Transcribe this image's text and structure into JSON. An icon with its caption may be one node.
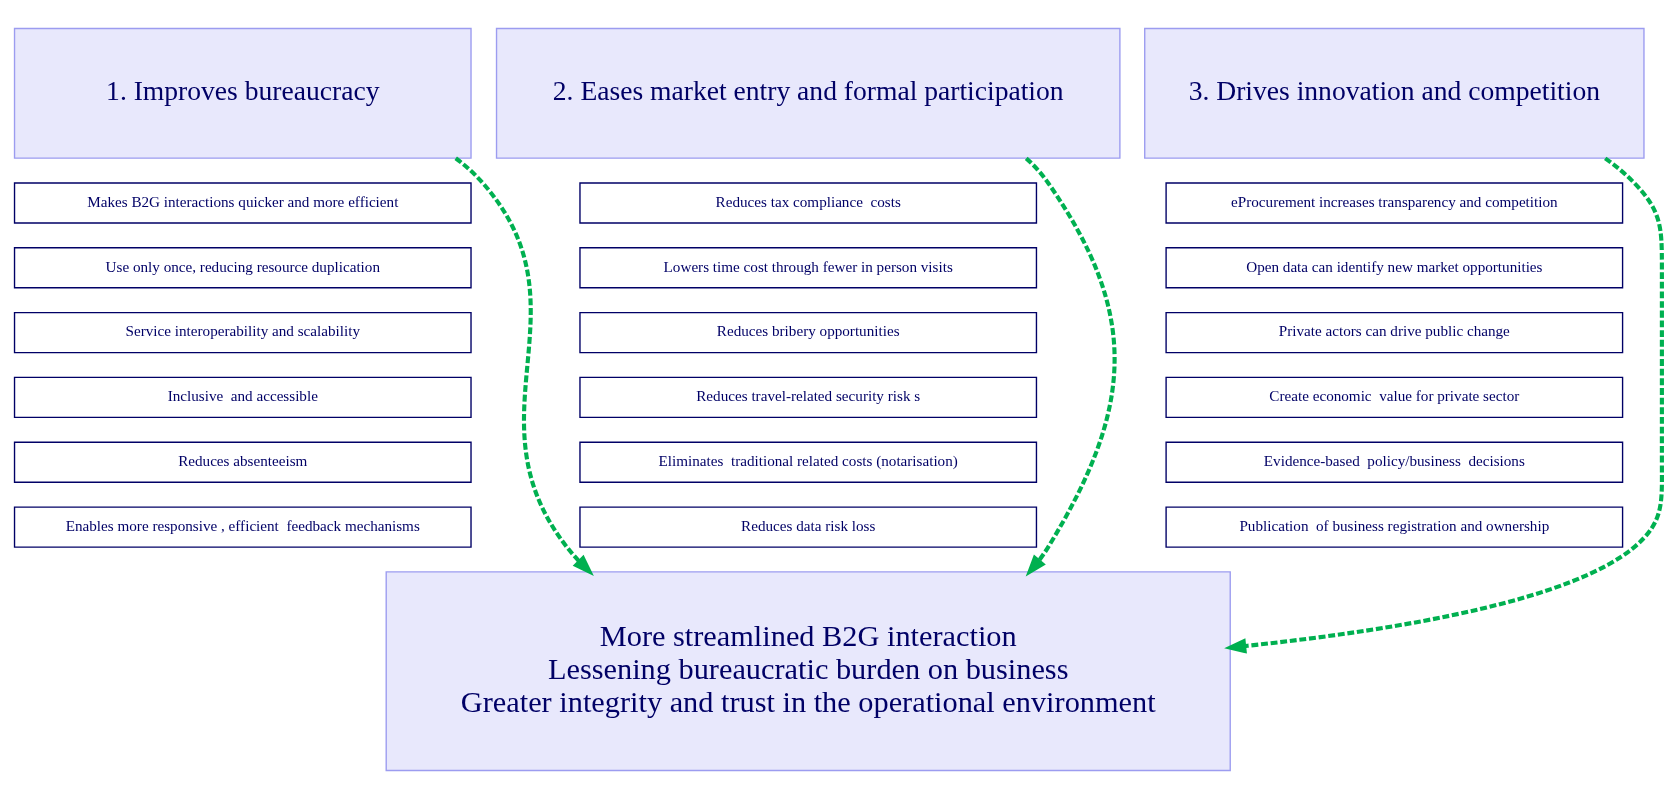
{
  "diagram": {
    "nodes": [
      {
        "text": [
          "1. Improves bureaucracy"
        ]
      },
      {
        "text": [
          "Makes B2G interactions quicker and more efficient"
        ]
      },
      {
        "text": [
          "Use only once, reducing resource duplication"
        ]
      },
      {
        "text": [
          "Service interoperability and scalability"
        ]
      },
      {
        "text": [
          "Inclusive  and accessible"
        ]
      },
      {
        "text": [
          "Reduces absenteeism"
        ]
      },
      {
        "text": [
          "Enables more responsive , efficient  feedback mechanisms"
        ]
      },
      {
        "text": [
          "2. Eases market entry and formal participation"
        ]
      },
      {
        "text": [
          "Reduces tax compliance  costs"
        ]
      },
      {
        "text": [
          "Lowers time cost through fewer in person visits"
        ]
      },
      {
        "text": [
          "Reduces bribery opportunities"
        ]
      },
      {
        "text": [
          "Reduces travel-related security risk s"
        ]
      },
      {
        "text": [
          "Eliminates  traditional related costs (notarisation)"
        ]
      },
      {
        "text": [
          "Reduces data risk loss"
        ]
      },
      {
        "text": [
          "3. Drives innovation and competition"
        ]
      },
      {
        "text": [
          "eProcurement increases transparency and competition"
        ]
      },
      {
        "text": [
          "Open data can identify new market opportunities"
        ]
      },
      {
        "text": [
          "Private actors can drive public change"
        ]
      },
      {
        "text": [
          "Create economic  value for private sector"
        ]
      },
      {
        "text": [
          "Evidence-based  policy/business  decisions"
        ]
      },
      {
        "text": [
          "Publication  of business registration and ownership"
        ]
      },
      {
        "text": [
          "More streamlined B2G interaction",
          "Lessening bureaucratic burden on business",
          "Greater integrity and trust in the operational environment"
        ]
      }
    ],
    "edges": [
      {
        "from": 0,
        "to": 21,
        "arrow": "to",
        "style": "dashed"
      },
      {
        "from": 7,
        "to": 21,
        "arrow": "to",
        "style": "dashed"
      },
      {
        "from": 14,
        "to": 21,
        "arrow": "to",
        "style": "dashed"
      }
    ]
  }
}
